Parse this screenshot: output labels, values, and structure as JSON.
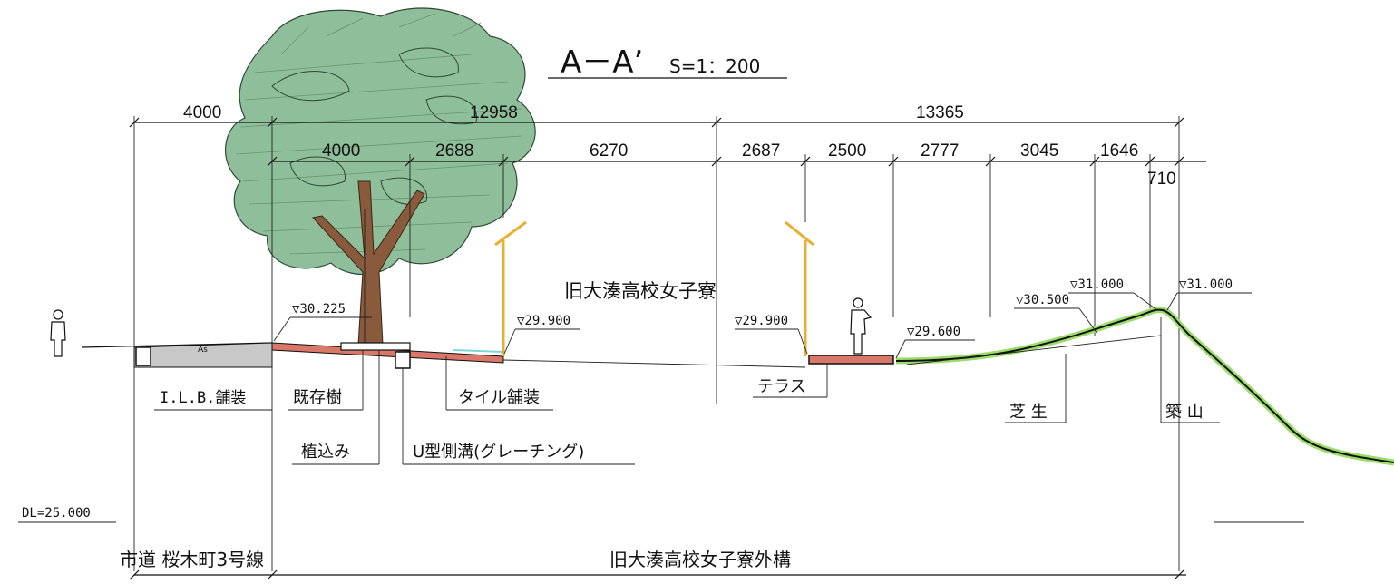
{
  "title": {
    "main": "A－A’",
    "scale": "S=1：200"
  },
  "dimensions": {
    "top_left_width": "4000",
    "top_mid_total": "12958",
    "top_right_total": "13365",
    "row2": [
      "4000",
      "2688",
      "6270",
      "2687",
      "2500",
      "2777",
      "3045",
      "1646"
    ],
    "small_710": "710"
  },
  "elevations": {
    "e1": "▽30.225",
    "e2": "▽29.900",
    "e3": "▽29.900",
    "e4": "▽29.600",
    "e5": "▽30.500",
    "e6": "▽31.000",
    "e7": "▽31.000"
  },
  "labels": {
    "building": "旧大湊高校女子寮",
    "ilb": "I.L.B.舗装",
    "existing_tree": "既存樹",
    "tile": "タイル舗装",
    "planting": "植込み",
    "u_ditch": "U型側溝(グレーチング)",
    "terrace": "テラス",
    "lawn": "芝 生",
    "mound": "築 山",
    "datum": "DL=25.000",
    "road": "市道 桜木町3号線",
    "site": "旧大湊高校女子寮外構",
    "asphalt": "As"
  },
  "colors": {
    "tree_fill": "#8fbf9a",
    "tree_stroke": "#2d4a34",
    "trunk": "#8a5a3c",
    "tile": "#d9776a",
    "lawn": "#9bdc6a",
    "post": "#e8b030",
    "asphalt": "#c8c8c8",
    "water": "#7fd6d6"
  }
}
